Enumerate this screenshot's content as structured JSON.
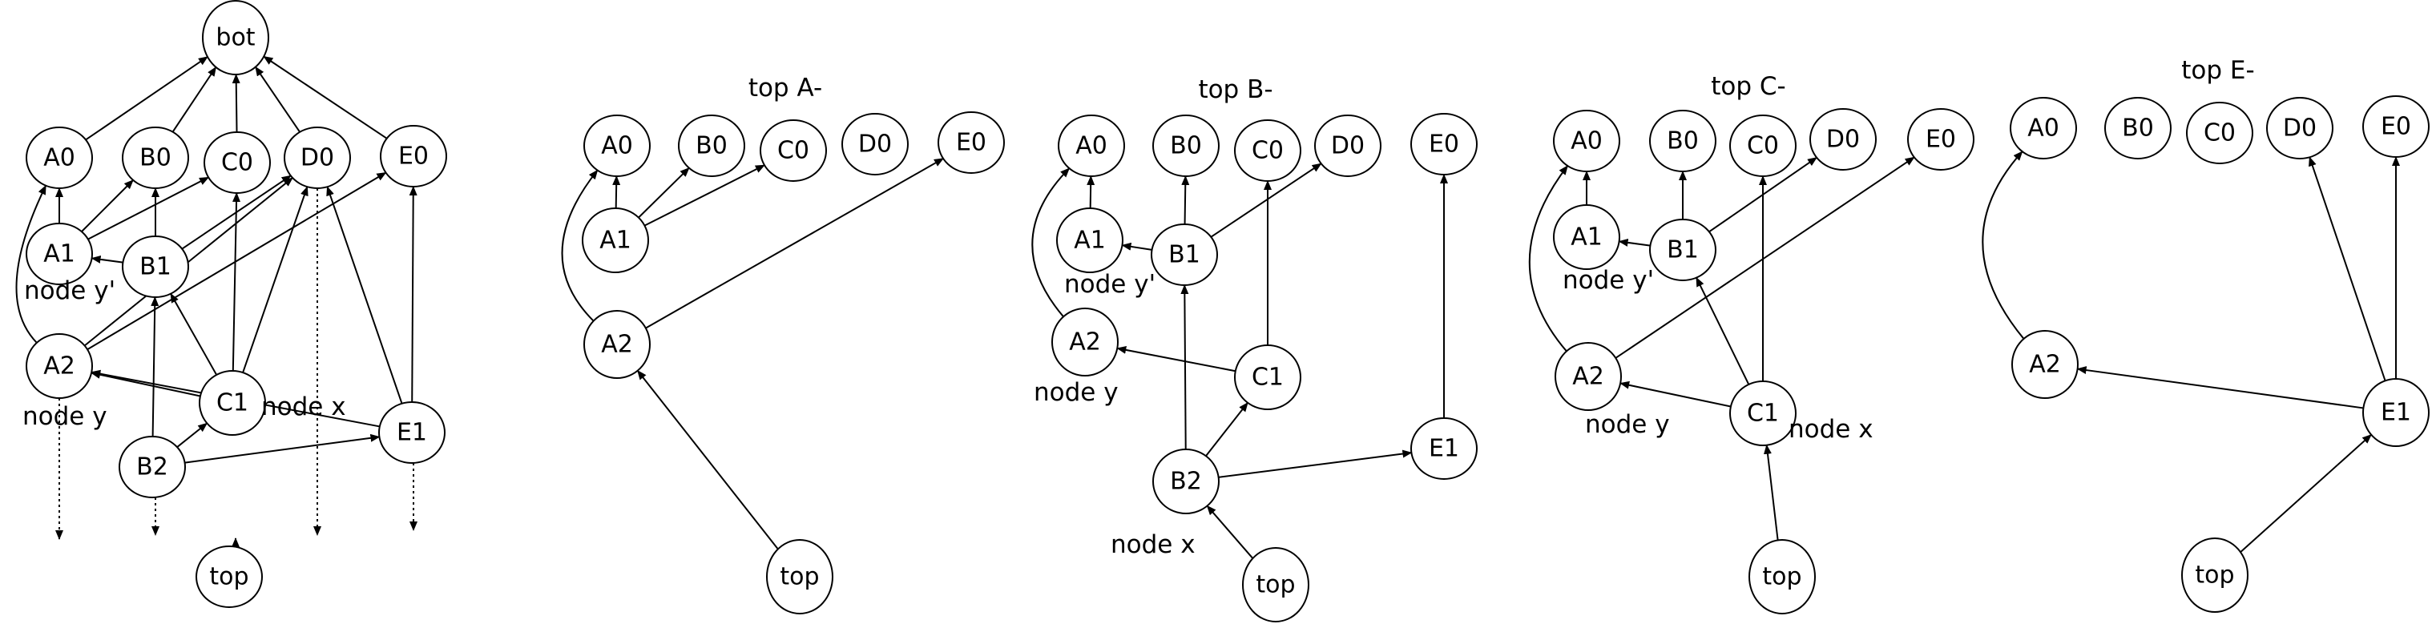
{
  "colors": {
    "default": "#000000",
    "red": "#e31a1c",
    "green": "#22cc22"
  },
  "panels": [
    {
      "id": "full",
      "title": "",
      "nodes": [
        {
          "id": "bot",
          "label": "bot"
        },
        {
          "id": "A0",
          "label": "A0"
        },
        {
          "id": "B0",
          "label": "B0"
        },
        {
          "id": "C0",
          "label": "C0"
        },
        {
          "id": "D0",
          "label": "D0"
        },
        {
          "id": "E0",
          "label": "E0"
        },
        {
          "id": "A1",
          "label": "A1",
          "color": "red"
        },
        {
          "id": "B1",
          "label": "B1"
        },
        {
          "id": "A2",
          "label": "A2",
          "color": "green"
        },
        {
          "id": "C1",
          "label": "C1"
        },
        {
          "id": "E1",
          "label": "E1"
        },
        {
          "id": "B2",
          "label": "B2"
        },
        {
          "id": "top",
          "label": "top"
        }
      ],
      "annotations": [
        "node y'",
        "node y",
        "node x"
      ],
      "edges": [
        [
          "A0",
          "bot"
        ],
        [
          "B0",
          "bot"
        ],
        [
          "C0",
          "bot"
        ],
        [
          "D0",
          "bot"
        ],
        [
          "E0",
          "bot"
        ],
        [
          "A1",
          "A0"
        ],
        [
          "A1",
          "B0"
        ],
        [
          "A1",
          "C0"
        ],
        [
          "B1",
          "A1"
        ],
        [
          "B1",
          "B0"
        ],
        [
          "B1",
          "D0"
        ],
        [
          "A2",
          "A0",
          "curve"
        ],
        [
          "A2",
          "D0"
        ],
        [
          "A2",
          "E0"
        ],
        [
          "C1",
          "A2"
        ],
        [
          "C1",
          "B1"
        ],
        [
          "C1",
          "C0"
        ],
        [
          "C1",
          "D0"
        ],
        [
          "B2",
          "B1"
        ],
        [
          "B2",
          "C1"
        ],
        [
          "B2",
          "E1"
        ],
        [
          "E1",
          "A2"
        ],
        [
          "E1",
          "D0"
        ],
        [
          "E1",
          "E0"
        ]
      ]
    },
    {
      "id": "A",
      "title": "top A-",
      "nodes": [
        {
          "id": "A0",
          "label": "A0"
        },
        {
          "id": "B0",
          "label": "B0"
        },
        {
          "id": "C0",
          "label": "C0"
        },
        {
          "id": "D0",
          "label": "D0"
        },
        {
          "id": "E0",
          "label": "E0"
        },
        {
          "id": "A1",
          "label": "A1",
          "color": "red"
        },
        {
          "id": "A2",
          "label": "A2",
          "color": "green"
        },
        {
          "id": "top",
          "label": "top"
        }
      ],
      "annotations": [],
      "edges": [
        [
          "A1",
          "A0"
        ],
        [
          "A1",
          "B0"
        ],
        [
          "A1",
          "C0"
        ],
        [
          "A2",
          "A0",
          "curve"
        ],
        [
          "A2",
          "E0"
        ],
        [
          "top",
          "A2"
        ]
      ]
    },
    {
      "id": "B",
      "title": "top B-",
      "nodes": [
        {
          "id": "A0",
          "label": "A0"
        },
        {
          "id": "B0",
          "label": "B0"
        },
        {
          "id": "C0",
          "label": "C0"
        },
        {
          "id": "D0",
          "label": "D0"
        },
        {
          "id": "E0",
          "label": "E0"
        },
        {
          "id": "A1",
          "label": "A1",
          "color": "red"
        },
        {
          "id": "B1",
          "label": "B1"
        },
        {
          "id": "A2",
          "label": "A2",
          "color": "green"
        },
        {
          "id": "C1",
          "label": "C1"
        },
        {
          "id": "B2",
          "label": "B2"
        },
        {
          "id": "E1",
          "label": "E1"
        },
        {
          "id": "top",
          "label": "top"
        }
      ],
      "annotations": [
        "node y'",
        "node y",
        "node x"
      ],
      "edges": [
        [
          "A1",
          "A0"
        ],
        [
          "B1",
          "A1"
        ],
        [
          "B1",
          "B0"
        ],
        [
          "B1",
          "D0"
        ],
        [
          "A2",
          "A0",
          "curve"
        ],
        [
          "C1",
          "A2"
        ],
        [
          "C1",
          "C0"
        ],
        [
          "B2",
          "B1"
        ],
        [
          "B2",
          "C1"
        ],
        [
          "B2",
          "E1"
        ],
        [
          "E1",
          "E0"
        ],
        [
          "top",
          "B2"
        ]
      ]
    },
    {
      "id": "C",
      "title": "top C-",
      "nodes": [
        {
          "id": "A0",
          "label": "A0"
        },
        {
          "id": "B0",
          "label": "B0"
        },
        {
          "id": "C0",
          "label": "C0"
        },
        {
          "id": "D0",
          "label": "D0"
        },
        {
          "id": "E0",
          "label": "E0"
        },
        {
          "id": "A1",
          "label": "A1",
          "color": "red"
        },
        {
          "id": "B1",
          "label": "B1"
        },
        {
          "id": "A2",
          "label": "A2",
          "color": "green"
        },
        {
          "id": "C1",
          "label": "C1"
        },
        {
          "id": "top",
          "label": "top"
        }
      ],
      "annotations": [
        "node y'",
        "node y",
        "node x"
      ],
      "edges": [
        [
          "A1",
          "A0"
        ],
        [
          "B1",
          "A1"
        ],
        [
          "B1",
          "B0"
        ],
        [
          "B1",
          "D0"
        ],
        [
          "A2",
          "A0",
          "curve"
        ],
        [
          "A2",
          "E0"
        ],
        [
          "C1",
          "A2"
        ],
        [
          "C1",
          "B1"
        ],
        [
          "C1",
          "C0"
        ],
        [
          "top",
          "C1"
        ]
      ]
    },
    {
      "id": "E",
      "title": "top E-",
      "nodes": [
        {
          "id": "A0",
          "label": "A0"
        },
        {
          "id": "B0",
          "label": "B0"
        },
        {
          "id": "C0",
          "label": "C0"
        },
        {
          "id": "D0",
          "label": "D0"
        },
        {
          "id": "E0",
          "label": "E0"
        },
        {
          "id": "A2",
          "label": "A2",
          "color": "green"
        },
        {
          "id": "E1",
          "label": "E1"
        },
        {
          "id": "top",
          "label": "top"
        }
      ],
      "annotations": [],
      "edges": [
        [
          "A2",
          "A0",
          "curve"
        ],
        [
          "E1",
          "A2"
        ],
        [
          "E1",
          "D0"
        ],
        [
          "E1",
          "E0"
        ],
        [
          "top",
          "E1"
        ]
      ]
    }
  ]
}
